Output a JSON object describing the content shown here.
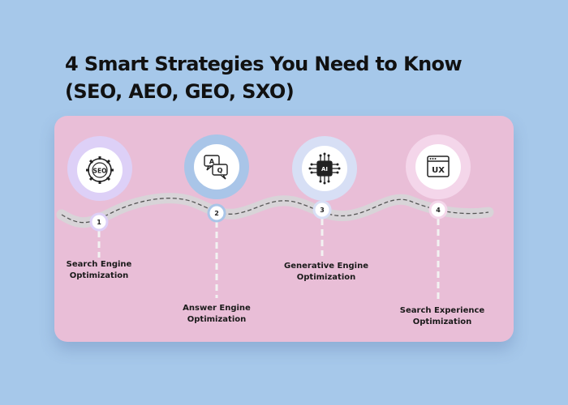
{
  "title": {
    "line1": "4 Smart Strategies You Need to Know",
    "line2": "(SEO, AEO, GEO, SXO)"
  },
  "steps": [
    {
      "number": "1",
      "label_line1": "Search Engine",
      "label_line2": "Optimization",
      "icon": "seo-gear-icon",
      "icon_text": "SEO",
      "ring_color": "#ddd0f7"
    },
    {
      "number": "2",
      "label_line1": "Answer Engine",
      "label_line2": "Optimization",
      "icon": "qa-chat-icon",
      "icon_text_q": "Q",
      "icon_text_a": "A",
      "ring_color": "#a9c5e8"
    },
    {
      "number": "3",
      "label_line1": "Generative Engine",
      "label_line2": "Optimization",
      "icon": "ai-chip-icon",
      "icon_text": "AI",
      "ring_color": "#d7dff5"
    },
    {
      "number": "4",
      "label_line1": "Search Experience",
      "label_line2": "Optimization",
      "icon": "ux-browser-icon",
      "icon_text": "UX",
      "ring_color": "#f4d6ea"
    }
  ],
  "colors": {
    "background": "#a6c8ea",
    "card": "#e9bed7",
    "wave": "#d8d4d8",
    "wave_dash": "#555555",
    "connector": "#f2f2f2"
  }
}
